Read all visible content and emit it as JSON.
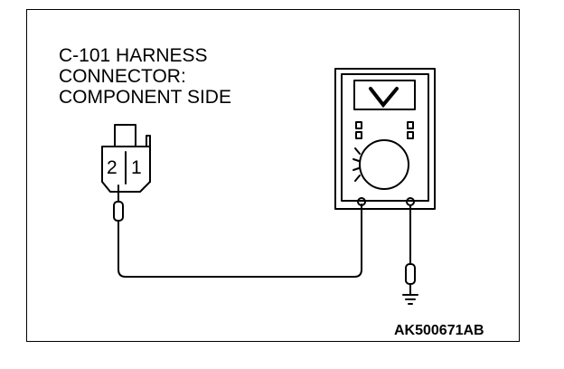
{
  "title_lines": [
    "C-101 HARNESS",
    "CONNECTOR:",
    "COMPONENT SIDE"
  ],
  "pins": [
    "2",
    "1"
  ],
  "figure_code": "AK500671AB"
}
